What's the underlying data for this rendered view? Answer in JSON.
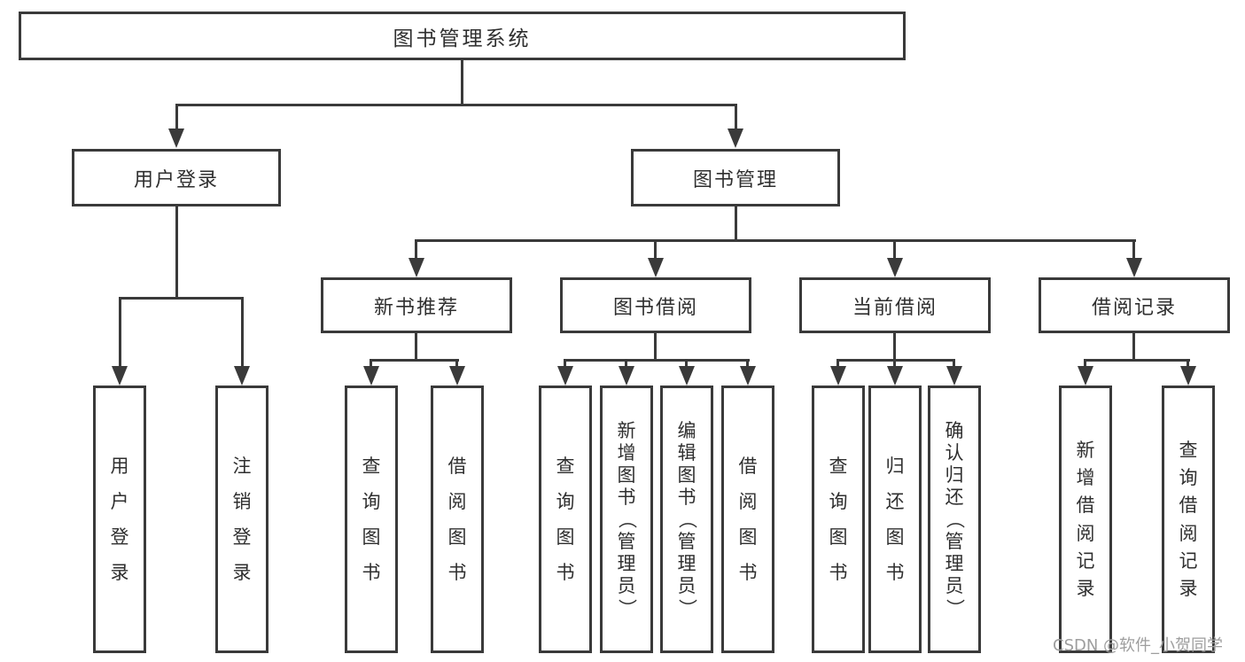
{
  "tree": {
    "root": {
      "label": "图书管理系统"
    },
    "branches": [
      {
        "label": "用户登录",
        "leaves": [
          "用户登录",
          "注销登录"
        ]
      },
      {
        "label": "图书管理",
        "groups": [
          {
            "label": "新书推荐",
            "leaves": [
              "查询图书",
              "借阅图书"
            ]
          },
          {
            "label": "图书借阅",
            "leaves": [
              "查询图书",
              "新增图书（管理员）",
              "编辑图书（管理员）",
              "借阅图书"
            ]
          },
          {
            "label": "当前借阅",
            "leaves": [
              "查询图书",
              "归还图书",
              "确认归还（管理员）"
            ]
          },
          {
            "label": "借阅记录",
            "leaves": [
              "新增借阅记录",
              "查询借阅记录"
            ]
          }
        ]
      }
    ]
  },
  "watermark": {
    "text": "CSDN @软件_小贺同学"
  },
  "colors": {
    "line": "#3a3a3a",
    "text": "#2f2f2f",
    "background": "#ffffff",
    "watermark": "#9e9e9e"
  }
}
